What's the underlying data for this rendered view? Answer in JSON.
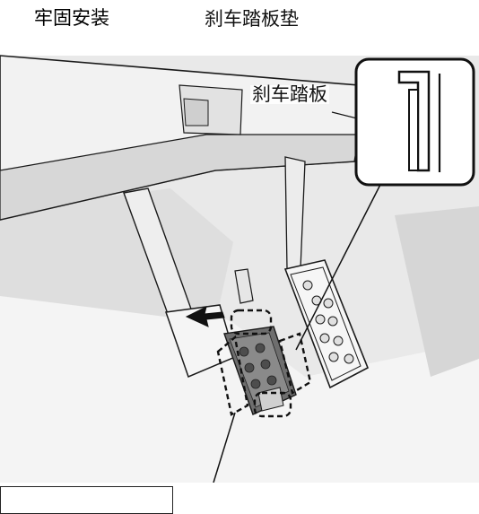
{
  "labels": {
    "mat_title": "刹车踏板垫",
    "secure_install": "牢固安装",
    "brake_pedal": "刹车踏板"
  },
  "colors": {
    "background": "#ffffff",
    "line": "#1a1a1a",
    "panel_light": "#eeeeee",
    "panel_mid": "#d9d9d9",
    "shadow": "#c4c4c4",
    "mat_dark": "#666666",
    "arrow": "#111111"
  },
  "icons": [
    "insertion-arrow-icon",
    "detail-callout-icon"
  ]
}
